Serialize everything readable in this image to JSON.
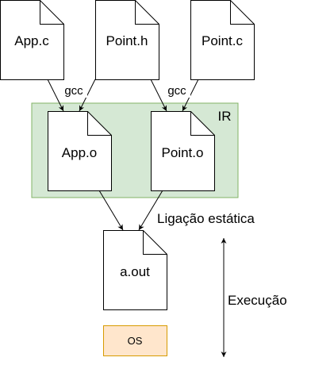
{
  "files": {
    "app_c": "App.c",
    "point_h": "Point.h",
    "point_c": "Point.c",
    "app_o": "App.o",
    "point_o": "Point.o",
    "a_out": "a.out"
  },
  "edges": {
    "gcc_left": "gcc",
    "gcc_right": "gcc"
  },
  "groups": {
    "ir": "IR",
    "os": "OS"
  },
  "annotations": {
    "linking": "Ligação estática",
    "execution": "Execução"
  },
  "colors": {
    "ir_fill": "#d5e8d4",
    "ir_stroke": "#82b366",
    "os_fill": "#ffe6cc",
    "os_stroke": "#d79b00"
  }
}
